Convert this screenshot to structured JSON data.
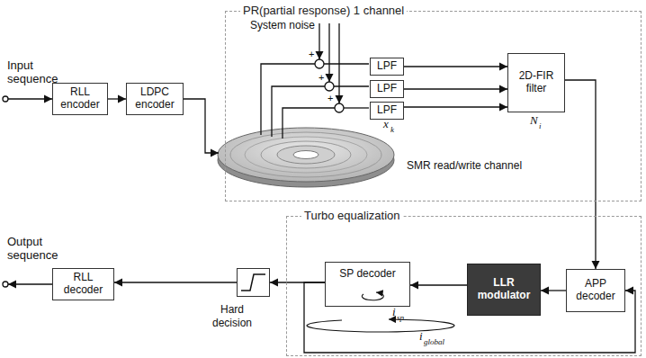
{
  "diagram": {
    "nodes": [
      {
        "text": [
          "RLL encoder"
        ]
      },
      {
        "text": [
          "LDPC encoder"
        ]
      },
      {
        "text": [
          "PR(partial response) 1 channel"
        ]
      },
      {
        "text": [
          "LPF"
        ],
        "in": 2
      },
      {
        "text": [
          "LPF"
        ],
        "in": 2
      },
      {
        "text": [
          "LPF"
        ],
        "in": 2
      },
      {
        "text": [
          "2D-FIR filter"
        ],
        "in": 2
      },
      {
        "text": [
          "Turbo equalization"
        ]
      },
      {
        "text": [
          "APP decoder"
        ],
        "in": 7
      },
      {
        "text": [
          "LLR modulator"
        ],
        "in": 7
      },
      {
        "text": [
          "SP decoder"
        ],
        "in": 7
      },
      {
        "text": [
          "Hard decision"
        ]
      },
      {
        "text": [
          "RLL decoder"
        ]
      }
    ],
    "edges": [
      {
        "from": 0,
        "to": 1,
        "arrow": "to"
      },
      {
        "from": 3,
        "to": 6,
        "arrow": "to"
      },
      {
        "from": 4,
        "to": 6,
        "arrow": "to"
      },
      {
        "from": 5,
        "to": 6,
        "arrow": "to"
      },
      {
        "from": 6,
        "to": 8,
        "arrow": "to"
      },
      {
        "from": 8,
        "to": 9,
        "arrow": "to"
      },
      {
        "from": 9,
        "to": 10,
        "arrow": "to"
      },
      {
        "from": 10,
        "to": 11,
        "arrow": "to"
      },
      {
        "from": 11,
        "to": 12,
        "arrow": "to"
      },
      {
        "from": 10,
        "to": 8,
        "arrow": "to"
      }
    ],
    "labels": [
      "Input sequence",
      "Output sequence",
      "System noise",
      "+",
      "+",
      "+",
      "SMR read/write channel",
      "x",
      "k",
      "N",
      "i",
      "i",
      "sp",
      "i",
      "global"
    ]
  }
}
